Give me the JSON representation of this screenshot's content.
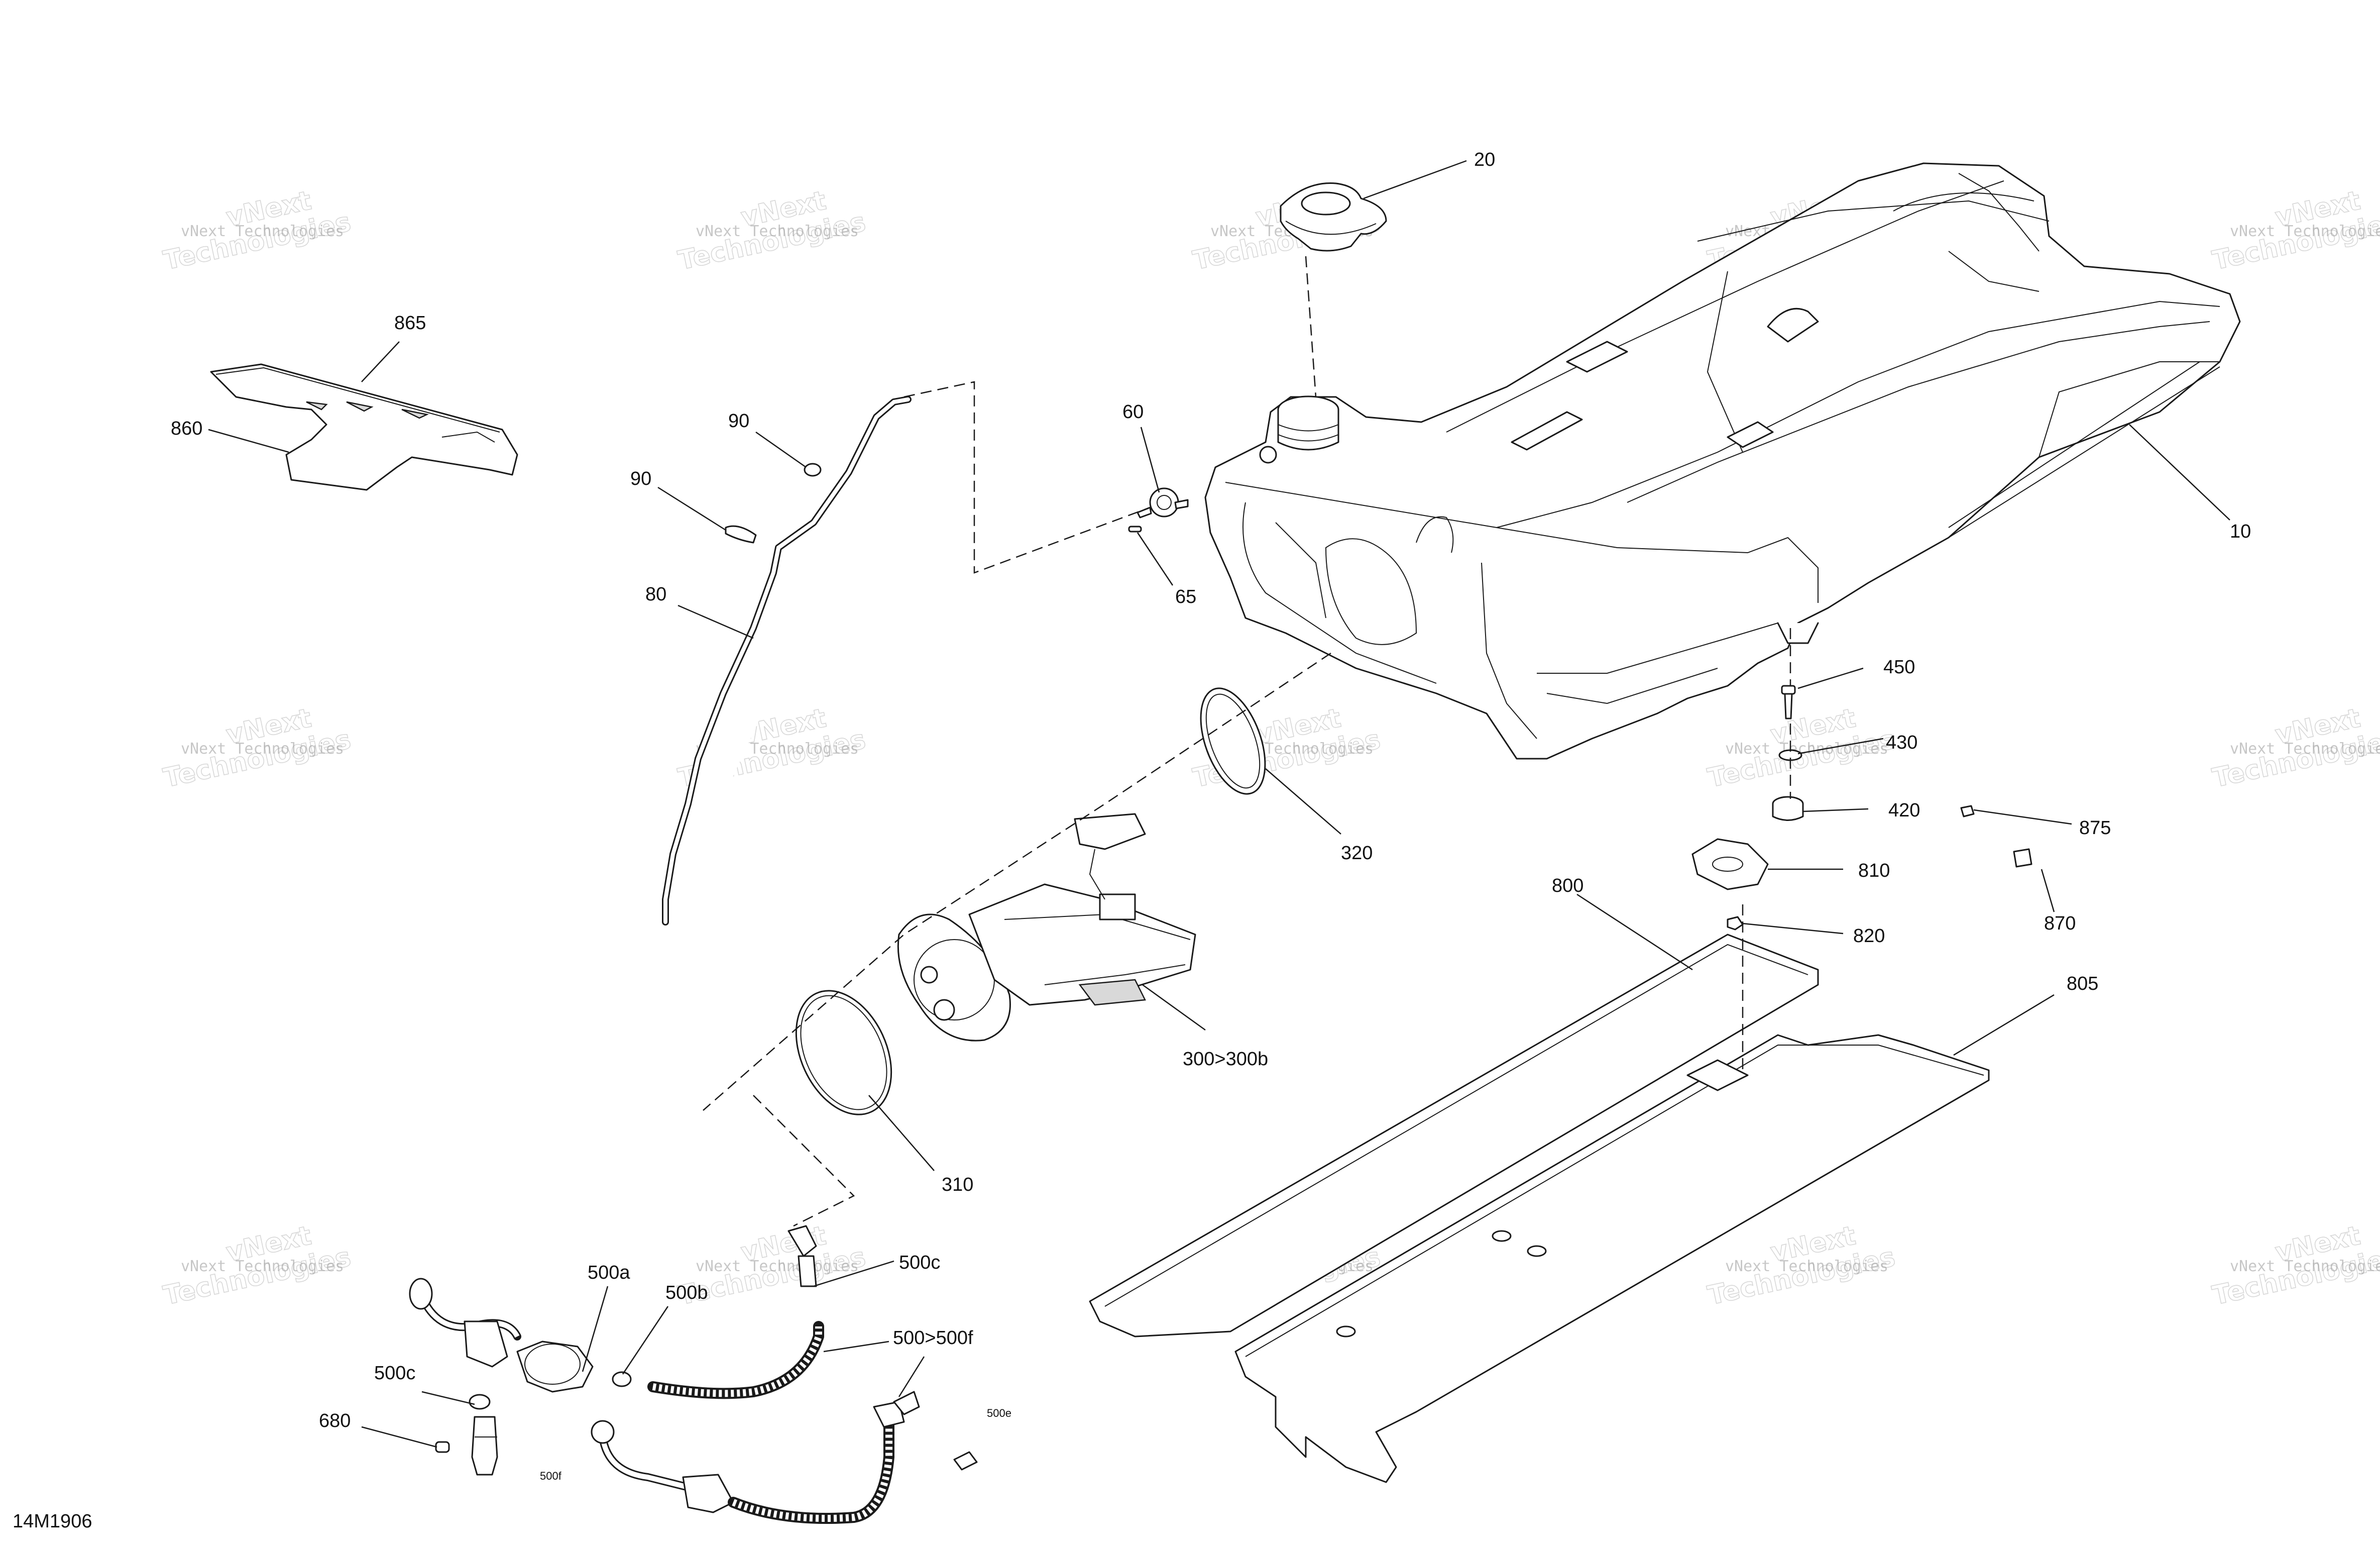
{
  "reference_code": "14M1906",
  "watermark": {
    "line1": "vNext",
    "line2": "Technologies",
    "small": "vNext Technologies"
  },
  "callouts": {
    "p10": "10",
    "p20": "20",
    "p60": "60",
    "p65": "65",
    "p80": "80",
    "p90a": "90",
    "p90b": "90",
    "p300": "300>300b",
    "p310": "310",
    "p320": "320",
    "p420": "420",
    "p430": "430",
    "p450": "450",
    "p500": "500>500f",
    "p500a": "500a",
    "p500b": "500b",
    "p500c1": "500c",
    "p500c2": "500c",
    "p500e": "500e",
    "p500f": "500f",
    "p680": "680",
    "p800": "800",
    "p805": "805",
    "p810": "810",
    "p820": "820",
    "p860": "860",
    "p865": "865",
    "p870": "870",
    "p875": "875"
  },
  "colors": {
    "line": "#1a1a1a",
    "watermark": "#9a9a9a",
    "shade": "#d9d9d9"
  }
}
